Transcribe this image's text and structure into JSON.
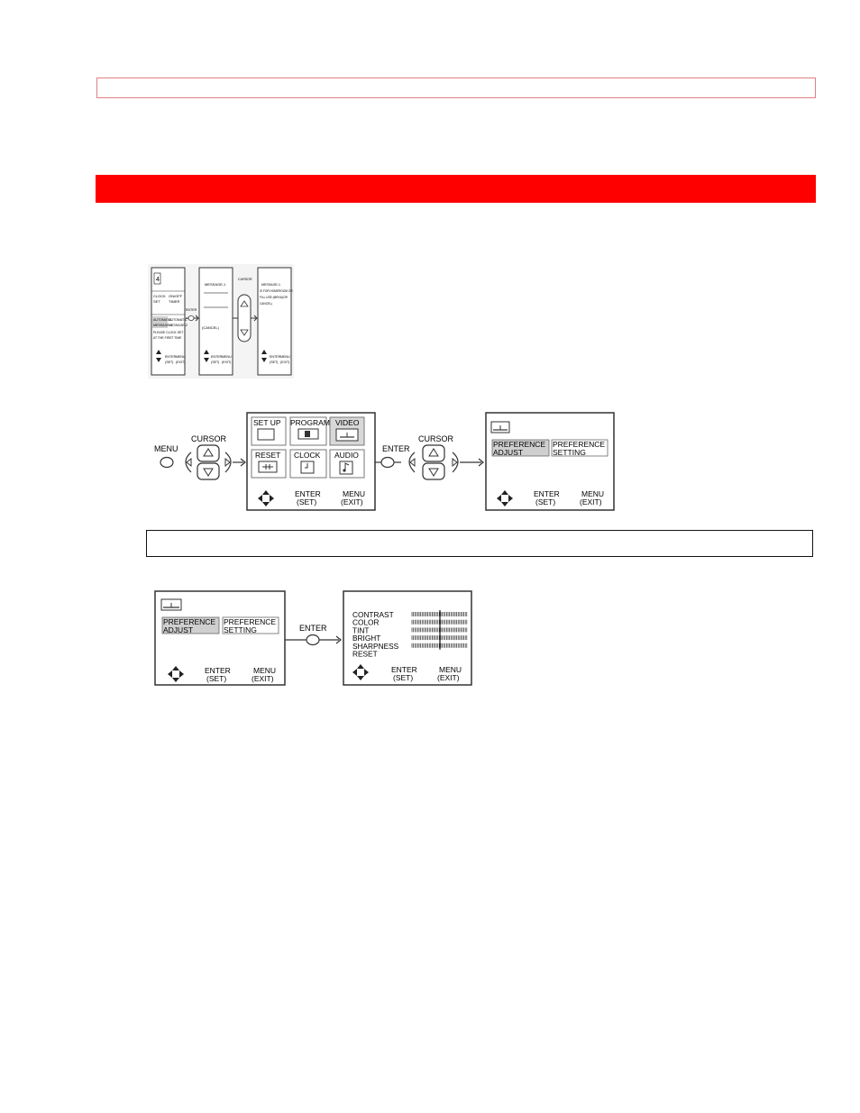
{
  "colors": {
    "accent_red": "#ff0000",
    "header_border": "#e08080",
    "line": "#333333"
  },
  "fig1": {
    "screen1": {
      "badge": "4",
      "cell_a": [
        "CLOCK",
        "SET"
      ],
      "cell_b": [
        "ON/OFF",
        "TIMER"
      ],
      "cell_c": [
        "AUTOMATIC",
        "MESSAGE-1"
      ],
      "cell_d": [
        "AUTOMATIC",
        "MESSAGE-2"
      ],
      "lines": [
        "PLEASE CLOCK SET",
        "AT THE FIRST TIME"
      ],
      "enter": [
        "ENTER",
        "(SET)"
      ],
      "menu": [
        "MENU",
        "(EXIT)"
      ]
    },
    "arrow1_label": "ENTER",
    "screen2": {
      "title": "MESSAGE-1",
      "cancel": "(CANCEL)",
      "enter": [
        "ENTER",
        "(SET)"
      ],
      "menu": [
        "MENU",
        "(EXIT)"
      ]
    },
    "arrow2_label": "CURSOR",
    "screen3": {
      "lines": [
        "MESSAGE-1",
        "IS FOR HOMEROOM OR",
        "FILL USE (MENU)OR",
        "CANCEL)"
      ],
      "enter": [
        "ENTER",
        "(SET)"
      ],
      "menu": [
        "MENU",
        "(EXIT)"
      ]
    }
  },
  "fig2": {
    "menu_button_label": "MENU",
    "cursor_label": "CURSOR",
    "menu_items": [
      "SET UP",
      "PROGRAM",
      "VIDEO",
      "RESET",
      "CLOCK",
      "AUDIO"
    ],
    "enter_set": [
      "ENTER",
      "(SET)"
    ],
    "menu_exit": [
      "MENU",
      "(EXIT)"
    ],
    "enter_label": "ENTER",
    "cursor_label_2": "CURSOR",
    "pref_adjust": [
      "PREFERENCE",
      "ADJUST"
    ],
    "pref_setting": [
      "PREFERENCE",
      "SETTING"
    ]
  },
  "fig3": {
    "pref_adjust": [
      "PREFERENCE",
      "ADJUST"
    ],
    "pref_setting": [
      "PREFERENCE",
      "SETTING"
    ],
    "enter_set": [
      "ENTER",
      "(SET)"
    ],
    "menu_exit": [
      "MENU",
      "(EXIT)"
    ],
    "enter_label": "ENTER",
    "adjust_items": [
      "CONTRAST",
      "COLOR",
      "TINT",
      "BRIGHT",
      "SHARPNESS",
      "RESET"
    ]
  }
}
